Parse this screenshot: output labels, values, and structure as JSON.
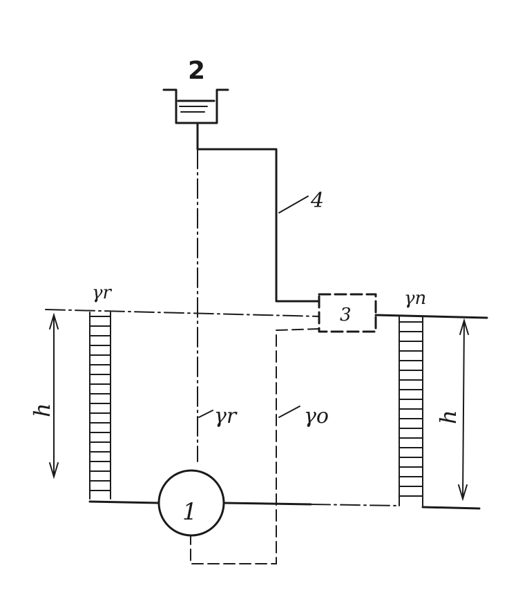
{
  "labels": {
    "vessel": "2",
    "pipe": "4",
    "box": "3",
    "pump": "1",
    "gamma_left": "γr",
    "gamma_right": "γn",
    "gamma_center": "γr",
    "gamma_dashed": "γo",
    "h_left": "h",
    "h_right": "h"
  }
}
